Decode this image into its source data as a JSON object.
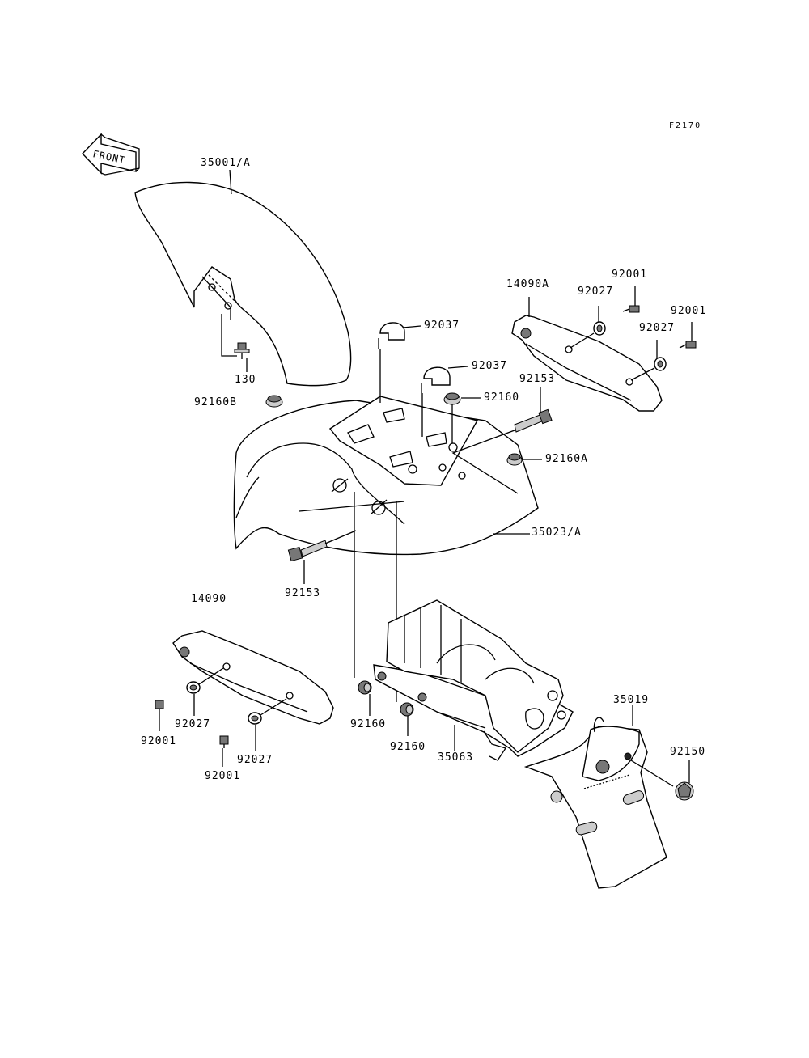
{
  "figure_code": "F2170",
  "front_label": "FRONT",
  "labels": {
    "front_fender": "35001/A",
    "bolt_130": "130",
    "grommet_92160B": "92160B",
    "clamp_upper": "92037",
    "clamp_lower": "92037",
    "grommet_92160_top": "92160",
    "bolt_92153_right": "92153",
    "grommet_92160A": "92160A",
    "rear_fender": "35023/A",
    "bolt_92153_left": "92153",
    "cover_right": "14090A",
    "screw_92001_r1": "92001",
    "washer_92027_r1": "92027",
    "screw_92001_r2": "92001",
    "washer_92027_r2": "92027",
    "cover_left": "14090",
    "washer_92027_l1": "92027",
    "screw_92001_l1": "92001",
    "washer_92027_l2": "92027",
    "screw_92001_l2": "92001",
    "grommet_92160_l": "92160",
    "grommet_92160_r": "92160",
    "bracket_35063": "35063",
    "flap_35019": "35019",
    "bolt_92150": "92150"
  }
}
